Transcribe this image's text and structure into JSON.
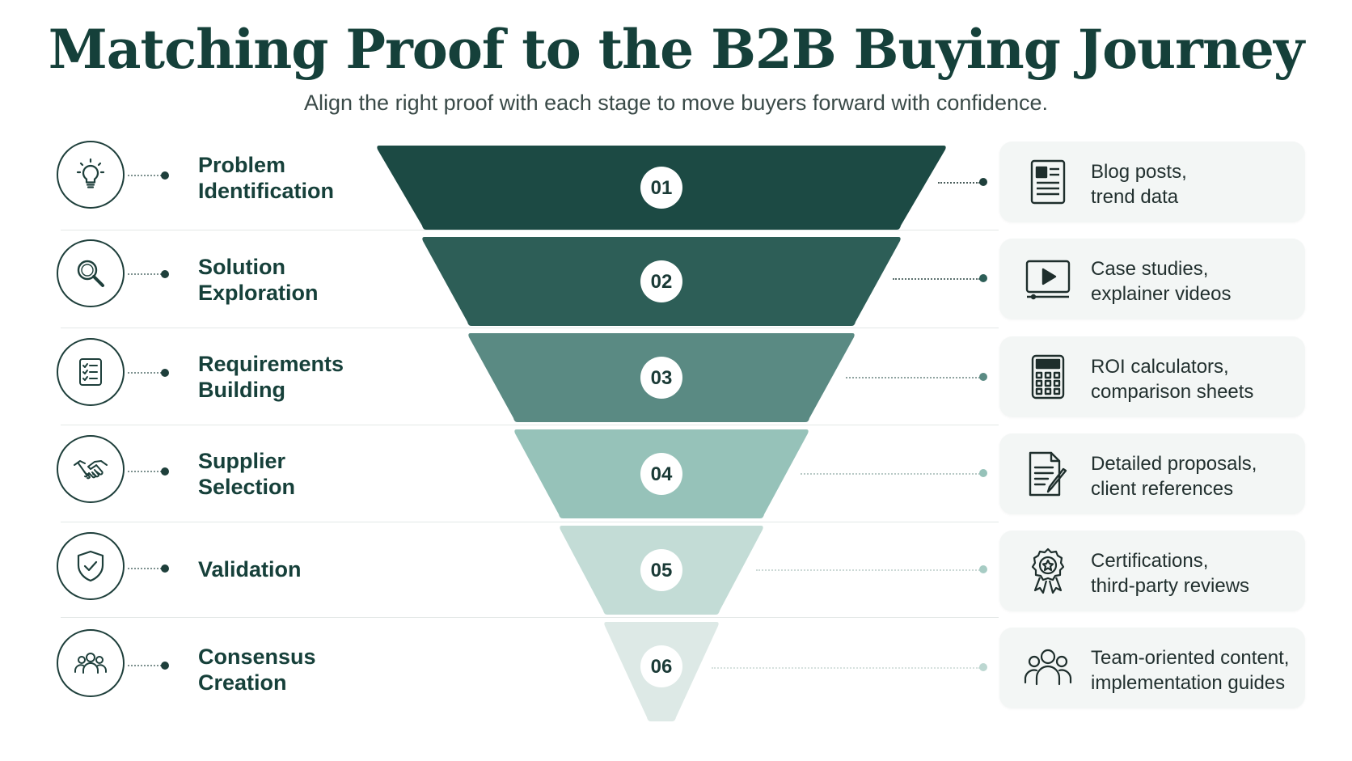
{
  "header": {
    "title": "Matching Proof to the B2B Buying Journey",
    "subtitle": "Align the right proof with each stage to move buyers forward with confidence."
  },
  "stages": [
    {
      "number": "01",
      "label_line1": "Problem",
      "label_line2": "Identification",
      "icon": "lightbulb-icon",
      "color": "#1c4a44",
      "proof_line1": "Blog posts,",
      "proof_line2": "trend data",
      "proof_icon": "document-icon"
    },
    {
      "number": "02",
      "label_line1": "Solution",
      "label_line2": "Exploration",
      "icon": "magnifier-icon",
      "color": "#2d5e57",
      "proof_line1": "Case studies,",
      "proof_line2": "explainer videos",
      "proof_icon": "video-player-icon"
    },
    {
      "number": "03",
      "label_line1": "Requirements",
      "label_line2": "Building",
      "icon": "checklist-icon",
      "color": "#5a8a83",
      "proof_line1": "ROI calculators,",
      "proof_line2": "comparison sheets",
      "proof_icon": "calculator-icon"
    },
    {
      "number": "04",
      "label_line1": "Supplier",
      "label_line2": "Selection",
      "icon": "handshake-icon",
      "color": "#96c2b9",
      "proof_line1": "Detailed proposals,",
      "proof_line2": "client references",
      "proof_icon": "proposal-pen-icon"
    },
    {
      "number": "05",
      "label_line1": "Validation",
      "label_line2": "",
      "icon": "shield-check-icon",
      "color": "#c3dcd6",
      "proof_line1": "Certifications,",
      "proof_line2": "third-party reviews",
      "proof_icon": "award-badge-icon"
    },
    {
      "number": "06",
      "label_line1": "Consensus",
      "label_line2": "Creation",
      "icon": "team-icon",
      "color": "#dde9e6",
      "proof_line1": "Team-oriented content,",
      "proof_line2": "implementation guides",
      "proof_icon": "group-icon"
    }
  ]
}
